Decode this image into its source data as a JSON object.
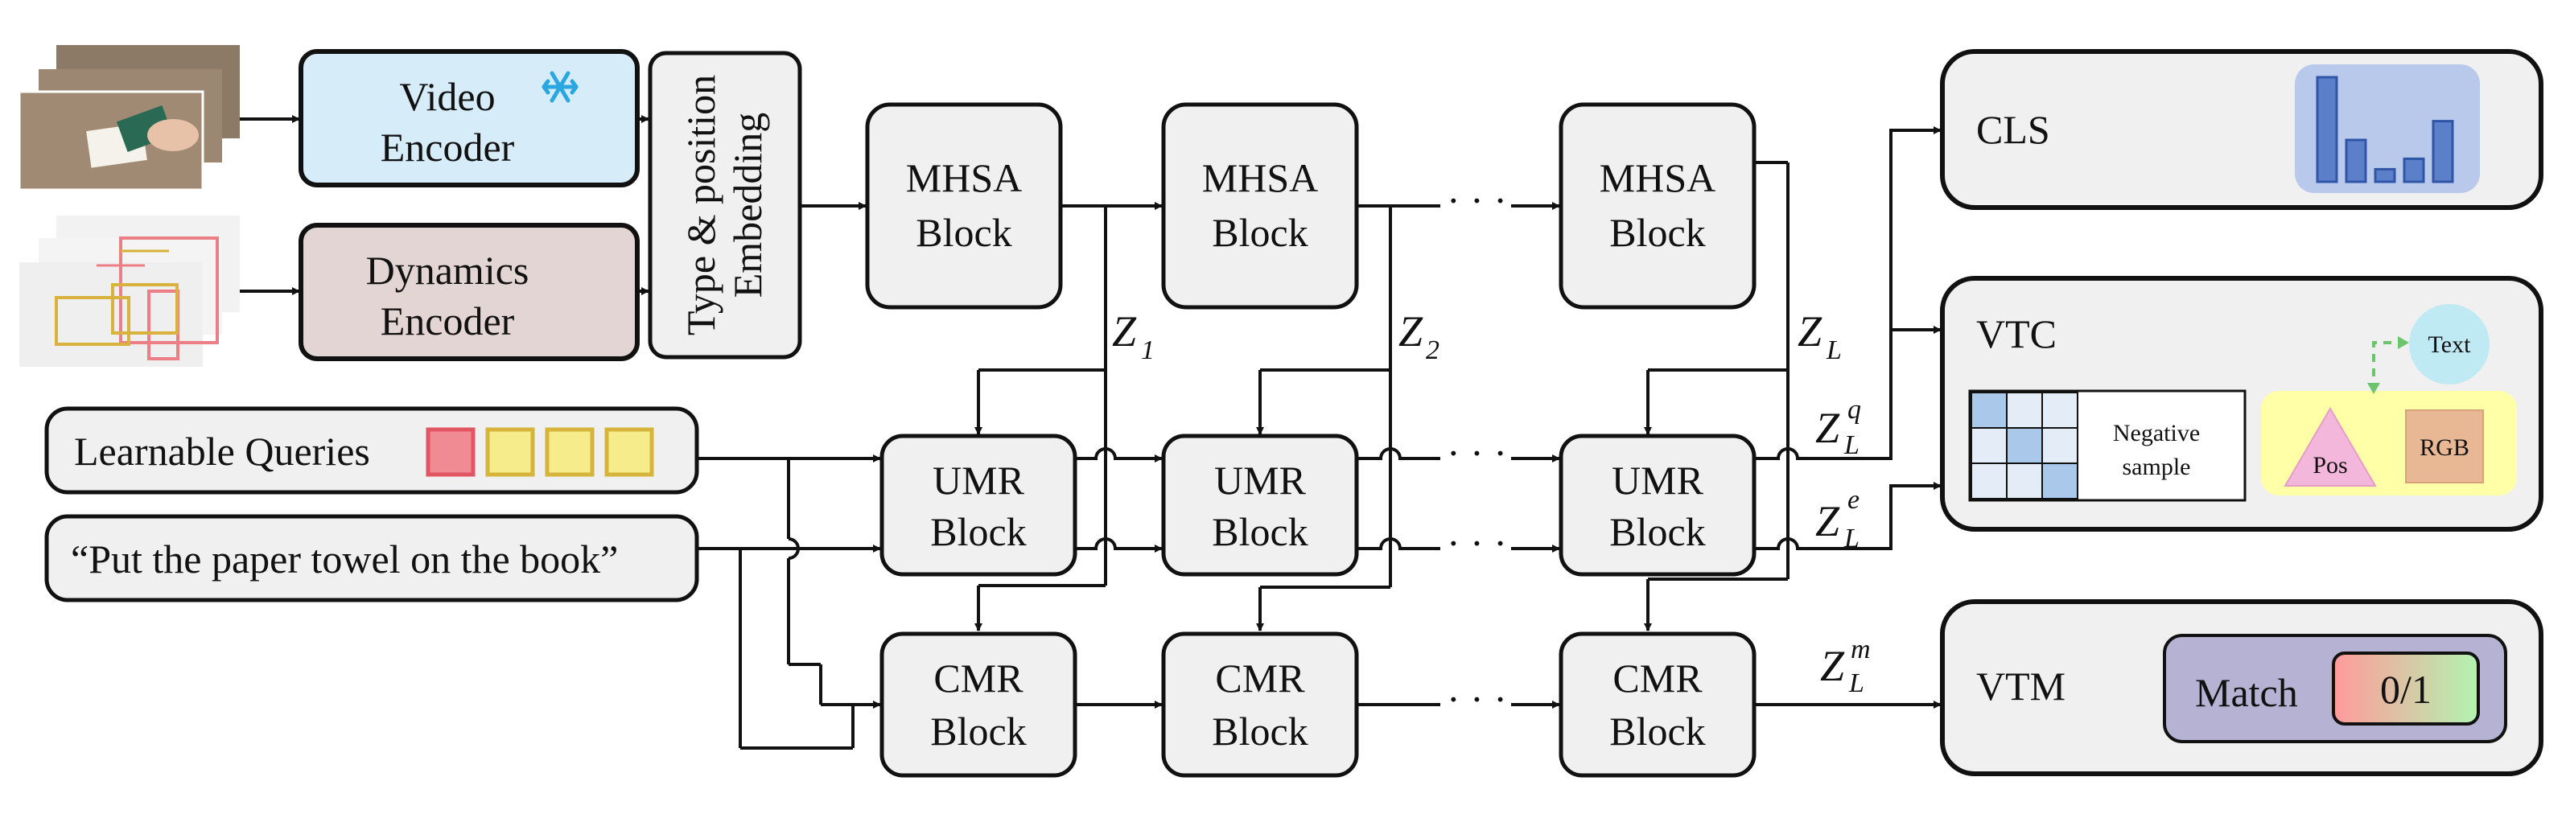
{
  "inputs": {
    "video_encoder": [
      "Video",
      "Encoder"
    ],
    "dynamics_encoder": [
      "Dynamics",
      "Encoder"
    ],
    "embedding": [
      "Type & position",
      "Embedding"
    ],
    "learnable_queries": "Learnable Queries",
    "instruction": "“Put the paper towel on the book”"
  },
  "blocks": {
    "mhsa": [
      "MHSA",
      "Block"
    ],
    "umr": [
      "UMR",
      "Block"
    ],
    "cmr": [
      "CMR",
      "Block"
    ],
    "ellipsis": "· · ·"
  },
  "features": {
    "z1": "Z",
    "z1_sub": "1",
    "z2": "Z",
    "z2_sub": "2",
    "zl": "Z",
    "zl_sub": "L",
    "zq": "Z",
    "zq_sub": "L",
    "zq_sup": "q",
    "ze": "Z",
    "ze_sub": "L",
    "ze_sup": "e",
    "zm": "Z",
    "zm_sub": "L",
    "zm_sup": "m"
  },
  "heads": {
    "cls": "CLS",
    "vtc": "VTC",
    "vtm": "VTM",
    "negative_sample": [
      "Negative",
      "sample"
    ],
    "text": "Text",
    "pos": "Pos",
    "rgb": "RGB",
    "match": "Match",
    "match_value": "0/1"
  },
  "icons": {
    "frozen": "snowflake-icon"
  },
  "colors": {
    "video_encoder_fill": "#d6ecf9",
    "dynamics_encoder_fill": "#e3d5d3",
    "query_red": "#f08a93",
    "query_yellow": "#f6ec8c",
    "cls_panel": "#b8c9ec",
    "bar": "#5b80c9",
    "vtc_panel": "#ffffa8",
    "text_circle": "#bfe9f3",
    "pos_triangle": "#f3b7dc",
    "rgb_box": "#e8b793",
    "match_panel": "#b5b2d4"
  },
  "cls_bars": [
    1.0,
    0.4,
    0.12,
    0.22,
    0.58
  ],
  "similarity_highlight": [
    [
      0,
      0
    ],
    [
      1,
      1
    ],
    [
      2,
      2
    ]
  ]
}
